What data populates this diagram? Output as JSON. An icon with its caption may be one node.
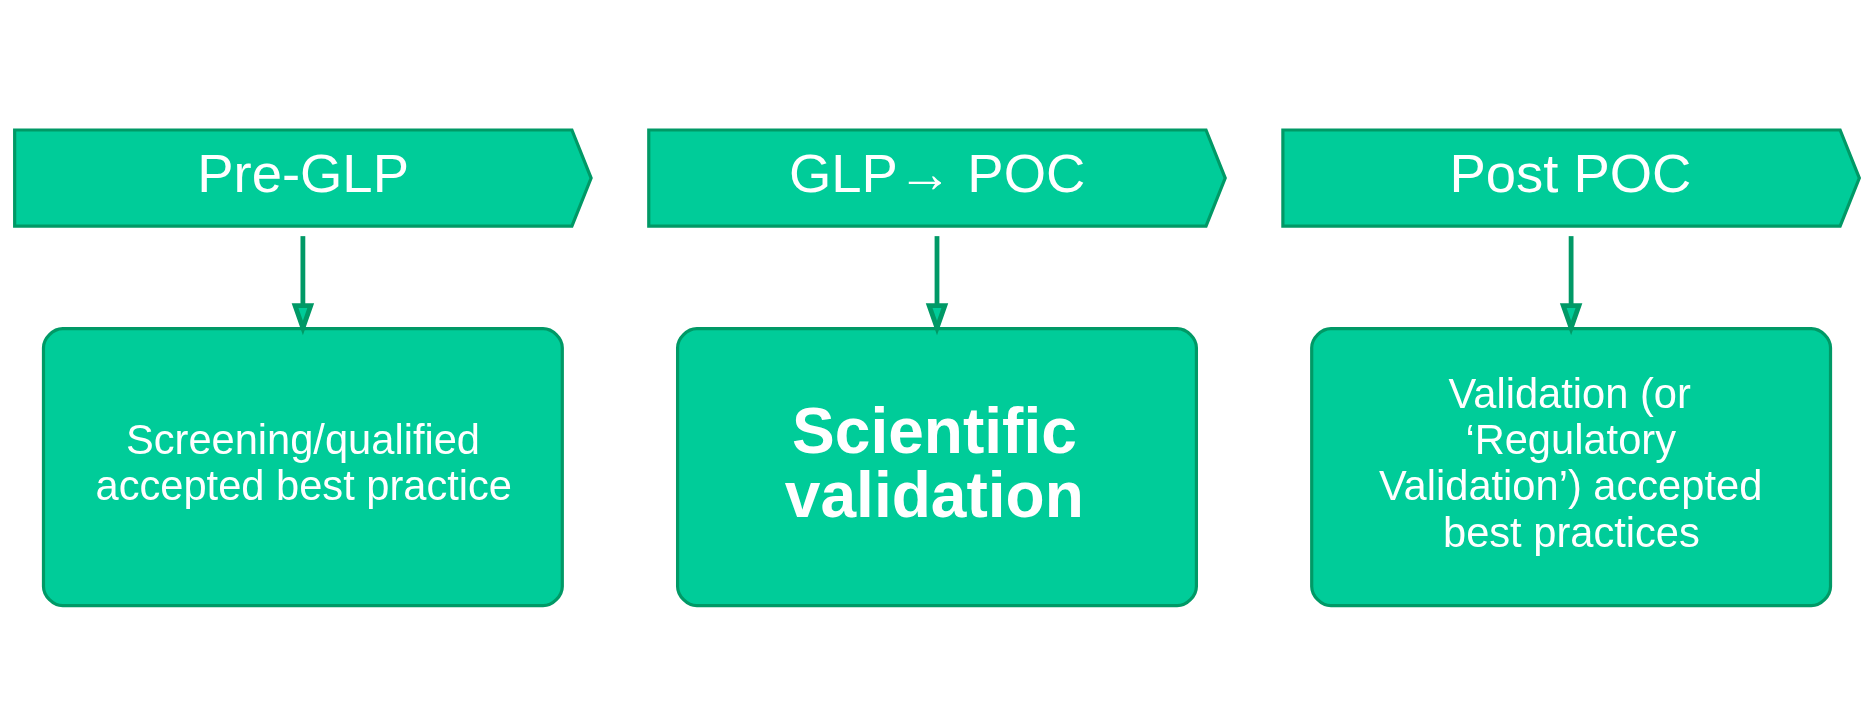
{
  "diagram": {
    "nodes": [
      {
        "text": [
          "Pre-GLP"
        ]
      },
      {
        "text": [
          "GLP→ POC"
        ]
      },
      {
        "text": [
          "Post POC"
        ]
      },
      {
        "text": [
          "Screening/qualified accepted best practice"
        ]
      },
      {
        "text": [
          "Scientific validation"
        ]
      },
      {
        "text": [
          "Validation (or ‘Regulatory Validation’) accepted best practices"
        ]
      }
    ],
    "edges": [
      {
        "from": 0,
        "to": 3,
        "arrow": "to"
      },
      {
        "from": 1,
        "to": 4,
        "arrow": "to"
      },
      {
        "from": 2,
        "to": 5,
        "arrow": "to"
      }
    ]
  }
}
